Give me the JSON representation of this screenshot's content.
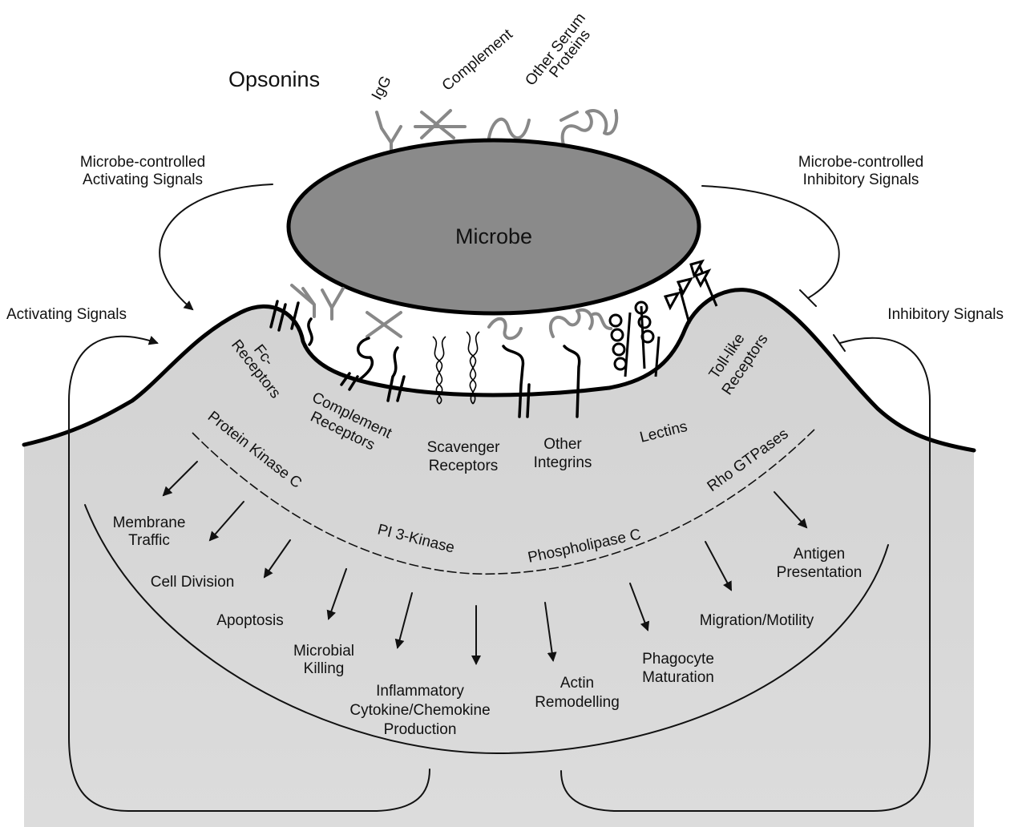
{
  "labels": {
    "opsonins": "Opsonins",
    "igg": "IgG",
    "complement": "Complement",
    "other_serum_line1": "Other Serum",
    "other_serum_line2": "Proteins",
    "microbe": "Microbe",
    "mc_activating_line1": "Microbe-controlled",
    "mc_activating_line2": "Activating Signals",
    "mc_inhibitory_line1": "Microbe-controlled",
    "mc_inhibitory_line2": "Inhibitory Signals",
    "activating_signals": "Activating Signals",
    "inhibitory_signals": "Inhibitory Signals"
  },
  "receptors": {
    "fc_line1": "Fc-",
    "fc_line2": "Receptors",
    "complement_line1": "Complement",
    "complement_line2": "Receptors",
    "scavenger_line1": "Scavenger",
    "scavenger_line2": "Receptors",
    "integrins_line1": "Other",
    "integrins_line2": "Integrins",
    "lectins": "Lectins",
    "tlr_line1": "Toll-like",
    "tlr_line2": "Receptors"
  },
  "signaling": {
    "pkc": "Protein Kinase C",
    "pi3k": "PI 3-Kinase",
    "plc": "Phospholipase C",
    "rho": "Rho GTPases"
  },
  "outcomes": {
    "membrane_line1": "Membrane",
    "membrane_line2": "Traffic",
    "cell_division": "Cell Division",
    "apoptosis": "Apoptosis",
    "killing_line1": "Microbial",
    "killing_line2": "Killing",
    "inflam_line1": "Inflammatory",
    "inflam_line2": "Cytokine/Chemokine",
    "inflam_line3": "Production",
    "actin_line1": "Actin",
    "actin_line2": "Remodelling",
    "phago_line1": "Phagocyte",
    "phago_line2": "Maturation",
    "migration": "Migration/Motility",
    "antigen_line1": "Antigen",
    "antigen_line2": "Presentation"
  },
  "colors": {
    "microbe_fill": "#8a8a8a",
    "cell_fill": "#d6d6d6",
    "opsonin_stroke": "#8c8c8c",
    "line": "#111111"
  }
}
